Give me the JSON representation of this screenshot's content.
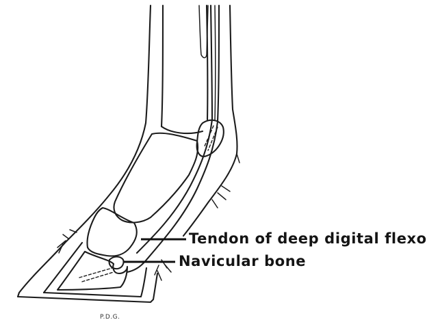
{
  "labels": {
    "tendon": "Tendon of deep digital flexor",
    "navicular": "Navicular bone"
  },
  "signature": "P.D.G.",
  "colors": {
    "ink": "#1c1c1c",
    "background": "#ffffff"
  }
}
